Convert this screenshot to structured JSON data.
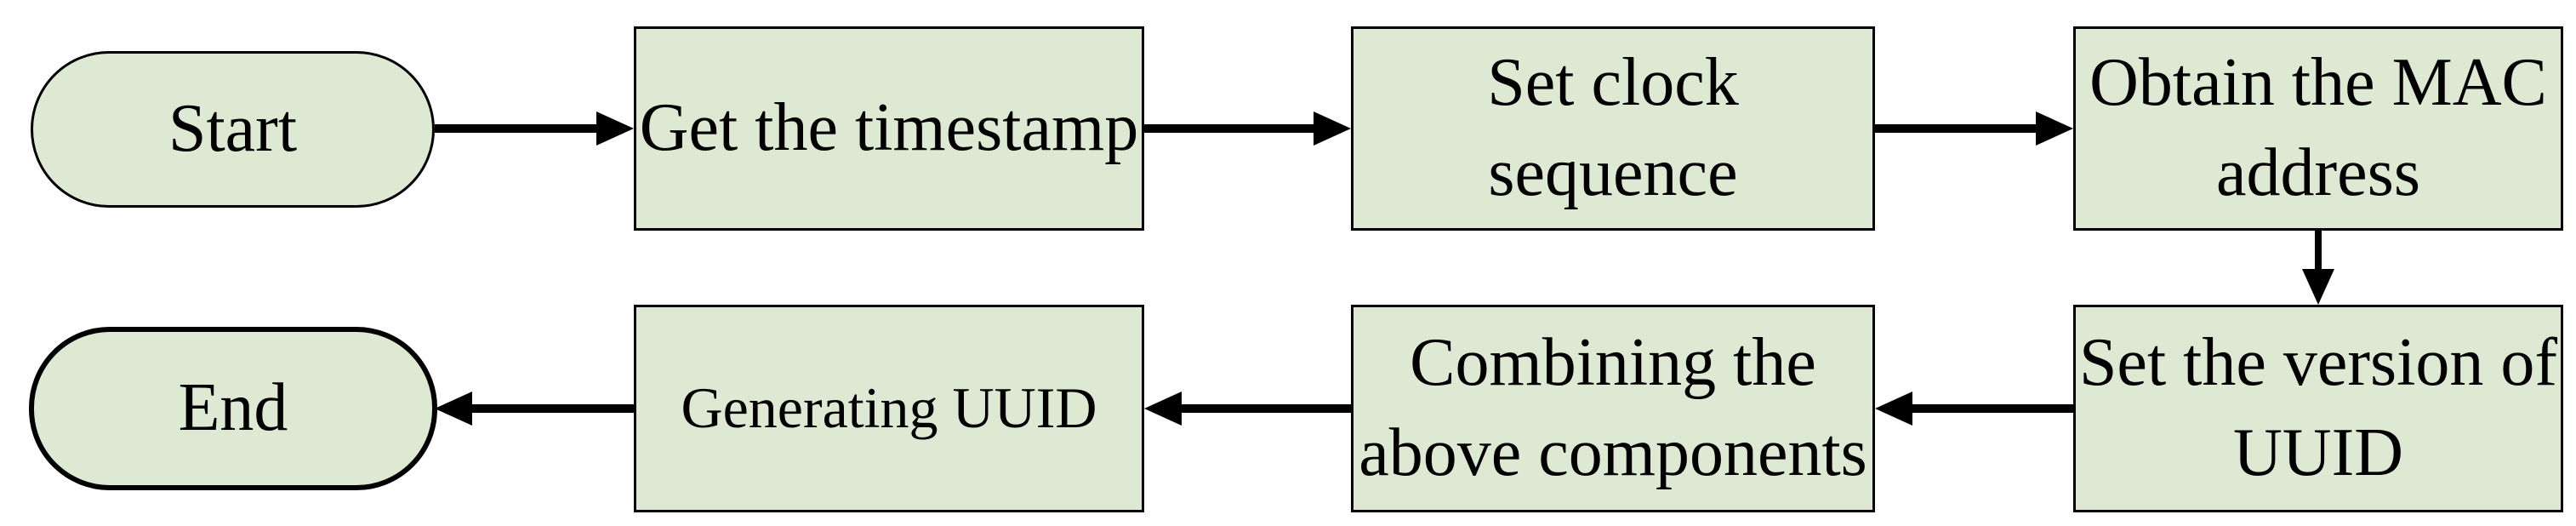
{
  "diagram": {
    "type": "flowchart",
    "subject": "UUID generation process",
    "colors": {
      "node_fill": "#dde9d3",
      "node_border": "#000000",
      "arrow": "#000000",
      "background": "#ffffff",
      "text": "#000000"
    },
    "nodes": {
      "start": {
        "type": "terminator",
        "label": "Start"
      },
      "get_timestamp": {
        "type": "process",
        "label": "Get the timestamp"
      },
      "set_clock": {
        "type": "process",
        "label": "Set clock sequence",
        "lines": [
          "Set clock",
          "sequence"
        ]
      },
      "obtain_mac": {
        "type": "process",
        "label": "Obtain the MAC address",
        "lines": [
          "Obtain the MAC",
          "address"
        ]
      },
      "set_version": {
        "type": "process",
        "label": "Set the version of UUID",
        "lines": [
          "Set the version of",
          "UUID"
        ]
      },
      "combining": {
        "type": "process",
        "label": "Combining the above components",
        "lines": [
          "Combining the",
          "above components"
        ]
      },
      "generating": {
        "type": "process",
        "label": "Generating UUID"
      },
      "end": {
        "type": "terminator",
        "label": "End"
      }
    },
    "edges": [
      {
        "from": "start",
        "to": "get_timestamp",
        "direction": "right"
      },
      {
        "from": "get_timestamp",
        "to": "set_clock",
        "direction": "right"
      },
      {
        "from": "set_clock",
        "to": "obtain_mac",
        "direction": "right"
      },
      {
        "from": "obtain_mac",
        "to": "set_version",
        "direction": "down"
      },
      {
        "from": "set_version",
        "to": "combining",
        "direction": "left"
      },
      {
        "from": "combining",
        "to": "generating",
        "direction": "left"
      },
      {
        "from": "generating",
        "to": "end",
        "direction": "left"
      }
    ]
  }
}
